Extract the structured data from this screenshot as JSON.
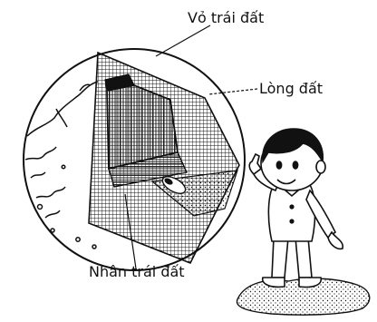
{
  "labels": {
    "crust": "Vỏ trái đất",
    "mantle": "Lòng đất",
    "core": "Nhân trái đất"
  },
  "colors": {
    "ink": "#111111",
    "paper": "#ffffff"
  }
}
